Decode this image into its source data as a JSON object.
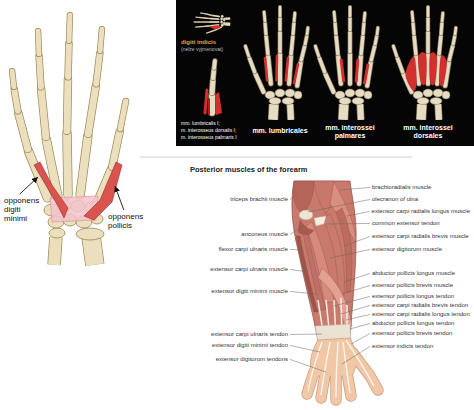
{
  "diagram": {
    "labels": [
      "opponens digiti minimi",
      "opponens pollicis",
      "digiti indicis",
      "(nelze vyjmenovat)",
      "mm. lumbricalis I;",
      "m. interosseus dorsalis I;",
      "m. interosseus palmaris I",
      "mm. lumbricales",
      "mm. interossei palmares",
      "mm. interossei dorsales",
      "Posterior muscles of the forearm",
      "brachioradialis muscle",
      "triceps brachii muscle",
      "olecranon of ulna",
      "extensor carpi radialis longus muscle",
      "common extensor tendon",
      "anconeus muscle",
      "extensor carpi radialis brevis muscle",
      "flexor carpi ulnaris muscle",
      "extensor digitorum muscle",
      "extensor carpi ulnaris muscle",
      "abductor pollicis longus muscle",
      "extensor pollicis brevis muscle",
      "extensor digiti minimi muscle",
      "extensor pollicis longus tendon",
      "extensor carpi radialis brevis tendon",
      "extensor carpi radialis longus tendon",
      "abductor pollicis longus tendon",
      "extensor carpi ulnaris tendon",
      "extensor pollicis brevis tendon",
      "extensor digiti minimi tendon",
      "extensor indicis tendon",
      "extensor digitorum tendons"
    ]
  }
}
